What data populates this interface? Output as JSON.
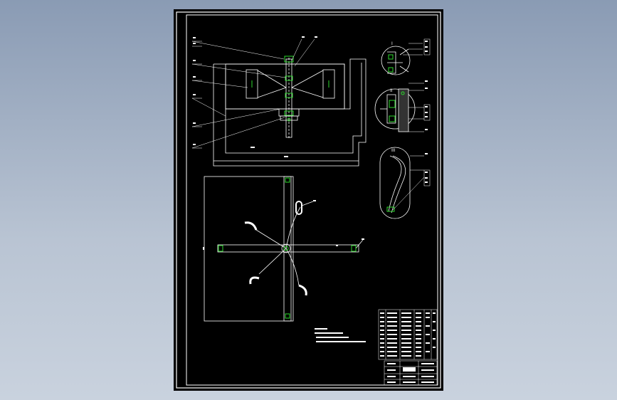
{
  "drawing": {
    "colors": {
      "background": "#000000",
      "line": "#ffffff",
      "accent": "#2bd82b",
      "frame_bg": "#8a9bb4"
    },
    "detail_labels": {
      "detail_a": "I",
      "detail_b": "II",
      "detail_c": "III"
    },
    "title_block": {
      "note": ""
    }
  }
}
